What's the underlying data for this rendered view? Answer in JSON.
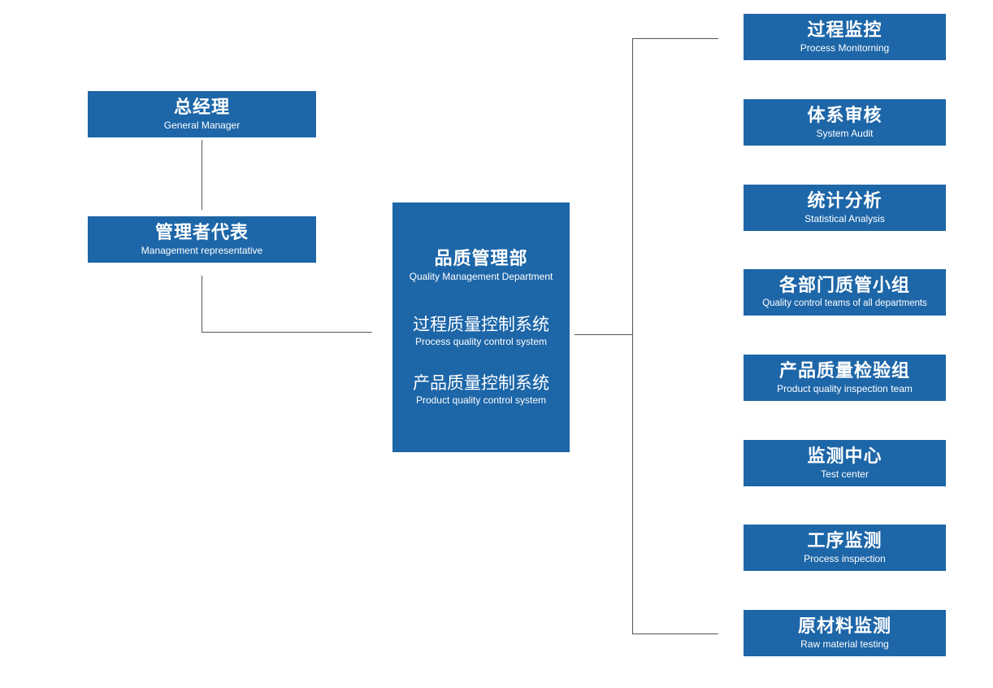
{
  "left_boxes": [
    {
      "cn": "总经理",
      "en": "General Manager"
    },
    {
      "cn": "管理者代表",
      "en": "Management representative"
    }
  ],
  "center": {
    "title": {
      "cn": "品质管理部",
      "en": "Quality Management Department"
    },
    "systems": [
      {
        "cn": "过程质量控制系统",
        "en": "Process quality control system"
      },
      {
        "cn": "产品质量控制系统",
        "en": "Product quality control system"
      }
    ]
  },
  "right_boxes": [
    {
      "cn": "过程监控",
      "en": "Process Monitorning"
    },
    {
      "cn": "体系审核",
      "en": "System Audit"
    },
    {
      "cn": "统计分析",
      "en": "Statistical Analysis"
    },
    {
      "cn": "各部门质管小组",
      "en": "Quality control teams of all departments"
    },
    {
      "cn": "产品质量检验组",
      "en": "Product quality inspection team"
    },
    {
      "cn": "监测中心",
      "en": "Test center"
    },
    {
      "cn": "工序监测",
      "en": "Process inspection"
    },
    {
      "cn": "原材料监测",
      "en": "Raw material testing"
    }
  ],
  "colors": {
    "box_fill": "#1d66a8",
    "box_text": "#ffffff",
    "connector": "#555555"
  }
}
